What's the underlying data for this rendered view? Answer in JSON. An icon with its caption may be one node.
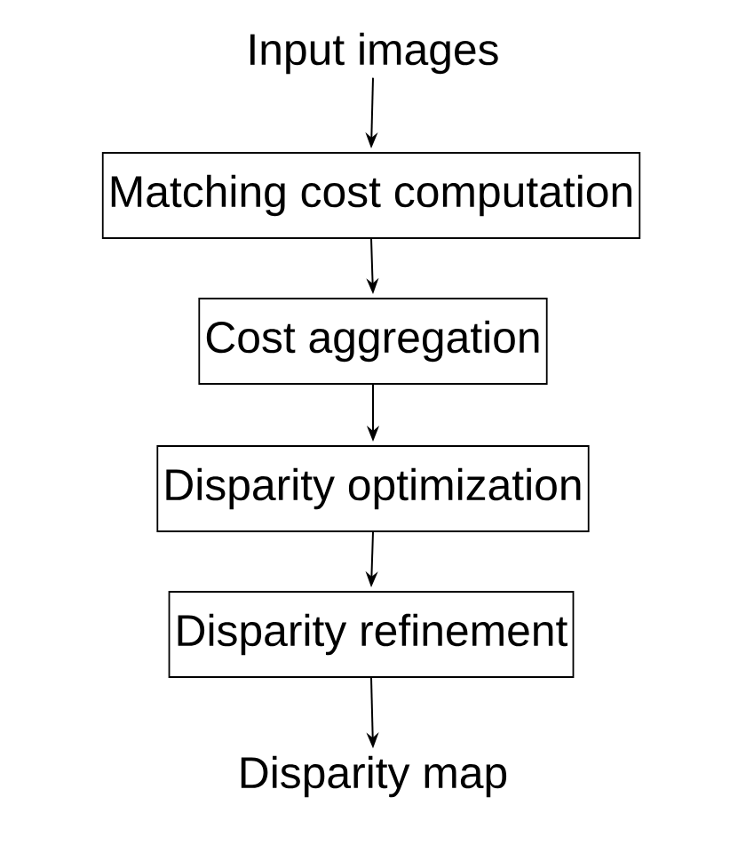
{
  "diagram": {
    "nodes": [
      {
        "text": [
          "Input images"
        ]
      },
      {
        "text": [
          "Matching cost computation"
        ]
      },
      {
        "text": [
          "Cost aggregation"
        ]
      },
      {
        "text": [
          "Disparity optimization"
        ]
      },
      {
        "text": [
          "Disparity refinement"
        ]
      },
      {
        "text": [
          "Disparity map"
        ]
      }
    ],
    "edges": [
      {
        "from": 0,
        "to": 1,
        "arrow": "to"
      },
      {
        "from": 1,
        "to": 2,
        "arrow": "to"
      },
      {
        "from": 2,
        "to": 3,
        "arrow": "to"
      },
      {
        "from": 3,
        "to": 4,
        "arrow": "to"
      },
      {
        "from": 4,
        "to": 5,
        "arrow": "to"
      }
    ]
  }
}
